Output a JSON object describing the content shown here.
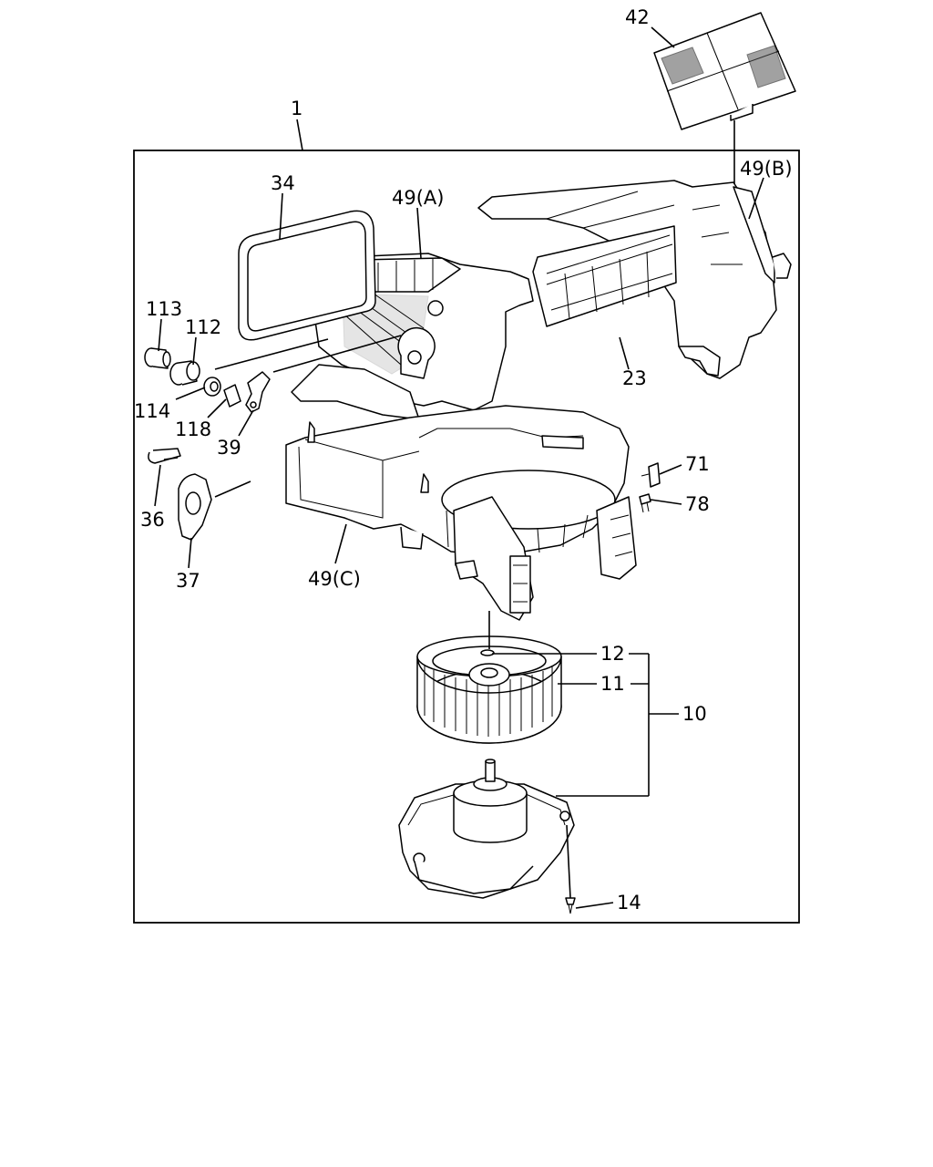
{
  "labels": {
    "l1": "1",
    "l42": "42",
    "l49b": "49(B)",
    "l34": "34",
    "l49a": "49(A)",
    "l113": "113",
    "l112": "112",
    "l114": "114",
    "l118": "118",
    "l39": "39",
    "l23": "23",
    "l36": "36",
    "l37": "37",
    "l49c": "49(C)",
    "l71": "71",
    "l78": "78",
    "l12": "12",
    "l11": "11",
    "l10": "10",
    "l14": "14"
  }
}
